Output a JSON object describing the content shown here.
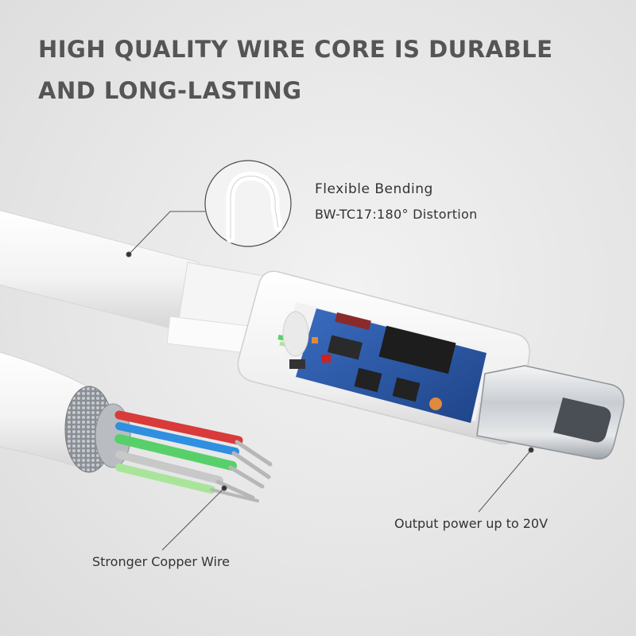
{
  "headline": {
    "line1": "HIGH QUALITY WIRE CORE IS DURABLE",
    "line2": "AND LONG-LASTING"
  },
  "callouts": {
    "flex_title": "Flexible Bending",
    "flex_spec": "BW-TC17:180° Distortion",
    "output_power": "Output power up to 20V",
    "copper": "Stronger Copper Wire"
  },
  "colors": {
    "headline_text": "#555555",
    "callout_text": "#333333",
    "cable_white": "#f7f7f7",
    "pcb_blue": "#2d5aa8",
    "wire_red": "#d93a3a",
    "wire_blue": "#2f8fe0",
    "wire_green": "#58d06a",
    "wire_light_green": "#a8e59a",
    "connector_metal": "#c9cdd2"
  },
  "icons": {
    "bend_inset": "bent-cable-icon"
  }
}
